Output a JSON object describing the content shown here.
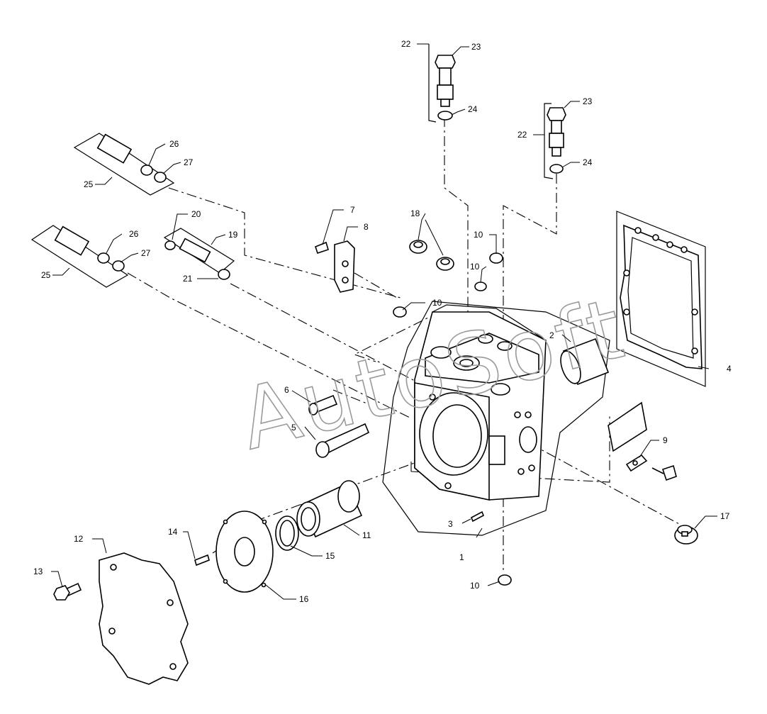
{
  "watermark": "AutoSoft",
  "callouts": [
    {
      "id": "c1",
      "label": "1"
    },
    {
      "id": "c2",
      "label": "2"
    },
    {
      "id": "c3",
      "label": "3"
    },
    {
      "id": "c4",
      "label": "4"
    },
    {
      "id": "c5",
      "label": "5"
    },
    {
      "id": "c6",
      "label": "6"
    },
    {
      "id": "c7",
      "label": "7"
    },
    {
      "id": "c8",
      "label": "8"
    },
    {
      "id": "c9",
      "label": "9"
    },
    {
      "id": "c10a",
      "label": "10"
    },
    {
      "id": "c10b",
      "label": "10"
    },
    {
      "id": "c10c",
      "label": "10"
    },
    {
      "id": "c10d",
      "label": "10"
    },
    {
      "id": "c11",
      "label": "11"
    },
    {
      "id": "c12",
      "label": "12"
    },
    {
      "id": "c13",
      "label": "13"
    },
    {
      "id": "c14",
      "label": "14"
    },
    {
      "id": "c15",
      "label": "15"
    },
    {
      "id": "c16",
      "label": "16"
    },
    {
      "id": "c17",
      "label": "17"
    },
    {
      "id": "c18",
      "label": "18"
    },
    {
      "id": "c19",
      "label": "19"
    },
    {
      "id": "c20",
      "label": "20"
    },
    {
      "id": "c21",
      "label": "21"
    },
    {
      "id": "c22a",
      "label": "22"
    },
    {
      "id": "c22b",
      "label": "22"
    },
    {
      "id": "c23a",
      "label": "23"
    },
    {
      "id": "c23b",
      "label": "23"
    },
    {
      "id": "c24a",
      "label": "24"
    },
    {
      "id": "c24b",
      "label": "24"
    },
    {
      "id": "c25a",
      "label": "25"
    },
    {
      "id": "c25b",
      "label": "25"
    },
    {
      "id": "c26a",
      "label": "26"
    },
    {
      "id": "c26b",
      "label": "26"
    },
    {
      "id": "c27a",
      "label": "27"
    },
    {
      "id": "c27b",
      "label": "27"
    }
  ]
}
